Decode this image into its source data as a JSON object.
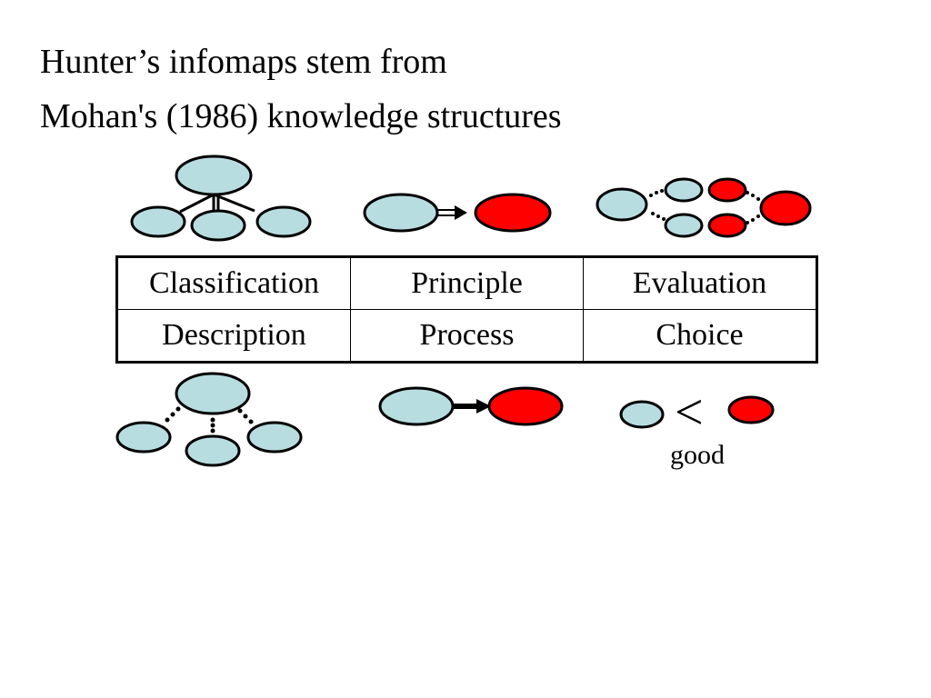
{
  "title": {
    "line1": "Hunter’s infomaps stem from",
    "line2": "Mohan's (1986) knowledge structures"
  },
  "table": {
    "row1": [
      "Classification",
      "Principle",
      "Evaluation"
    ],
    "row2": [
      "Description",
      "Process",
      "Choice"
    ]
  },
  "diagram": {
    "less_than": "<",
    "good_label": "good",
    "colors": {
      "light": "#b8dde0",
      "red": "#ff0000",
      "stroke": "#000000"
    }
  }
}
